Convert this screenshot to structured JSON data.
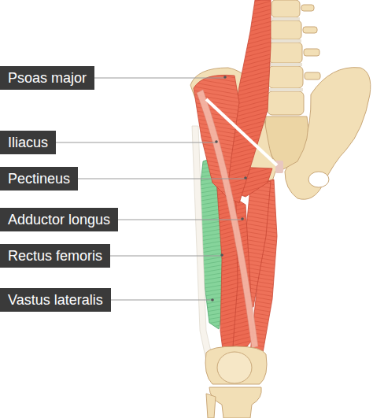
{
  "diagram": {
    "labels": [
      "Psoas major",
      "Iliacus",
      "Pectineus",
      "Adductor longus",
      "Rectus femoris",
      "Vastus lateralis"
    ]
  }
}
